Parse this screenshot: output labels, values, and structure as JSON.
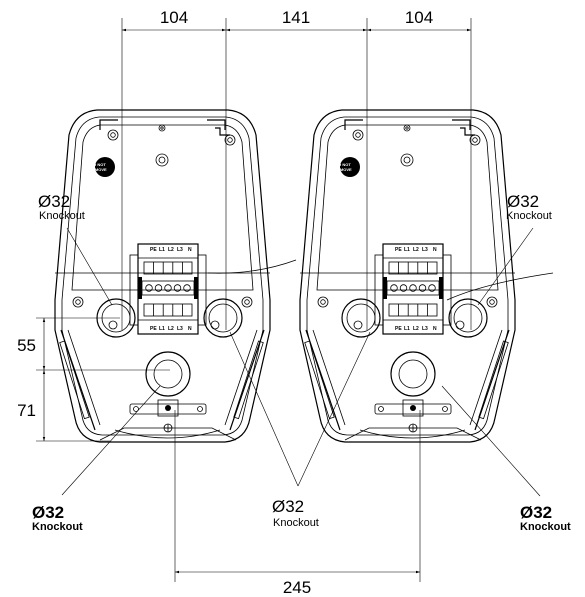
{
  "dimensions": {
    "top_left": "104",
    "top_middle": "141",
    "top_right": "104",
    "left_upper": "55",
    "left_lower": "71",
    "bottom": "245"
  },
  "knockout_labels": {
    "upper_left": {
      "diameter": "Ø32",
      "text": "Knockout"
    },
    "upper_right": {
      "diameter": "Ø32",
      "text": "Knockout"
    },
    "bottom_left": {
      "diameter": "Ø32",
      "text": "Knockout"
    },
    "bottom_center": {
      "diameter": "Ø32",
      "text": "Knockout"
    },
    "bottom_right": {
      "diameter": "Ø32",
      "text": "Knockout"
    }
  },
  "terminal_labels": [
    "PE",
    "L1",
    "L2",
    "L3",
    "N"
  ],
  "warning_badge": {
    "line1": "DO NOT",
    "line2": "REMOVE"
  }
}
